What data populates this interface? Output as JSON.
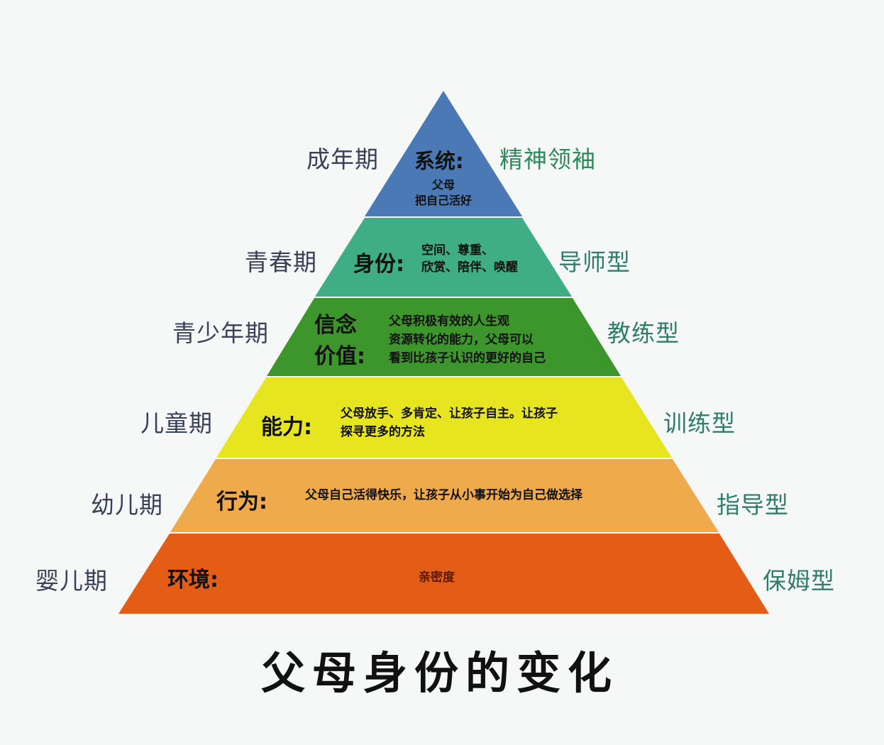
{
  "title": "父母身份的变化",
  "layers": [
    {
      "stage": "成年期",
      "keyword": "系统:",
      "desc_lines": [
        "父母",
        "把自己活好"
      ],
      "role": "精神领袖",
      "color": "#4b79b5"
    },
    {
      "stage": "青春期",
      "keyword": "身份:",
      "desc_lines": [
        "空间、尊重、",
        "欣赏、陪伴、唤醒"
      ],
      "role": "导师型",
      "color": "#3fae84"
    },
    {
      "stage": "青少年期",
      "keyword_lines": [
        "信念",
        "价值:"
      ],
      "desc_lines": [
        "父母积极有效的人生观",
        "资源转化的能力，父母可以",
        "看到比孩子认识的更好的自己"
      ],
      "role": "教练型",
      "color": "#3d9a2e"
    },
    {
      "stage": "儿童期",
      "keyword": "能力:",
      "desc_lines": [
        "父母放手、多肯定、让孩子自主。让孩子",
        "探寻更多的方法"
      ],
      "role": "训练型",
      "color": "#e6e31d"
    },
    {
      "stage": "幼儿期",
      "keyword": "行为:",
      "desc_lines": [
        "父母自己活得快乐，让孩子从小事开始为自己做选择"
      ],
      "role": "指导型",
      "color": "#eda94a"
    },
    {
      "stage": "婴儿期",
      "keyword": "环境:",
      "desc_lines": [
        "亲密度"
      ],
      "role": "保姆型",
      "color": "#e35c16"
    }
  ]
}
